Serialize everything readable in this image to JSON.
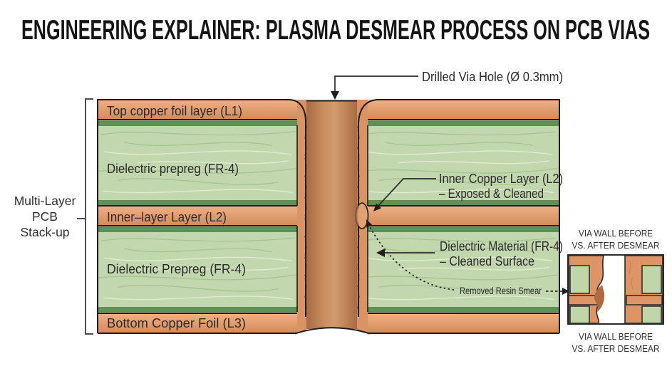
{
  "title": "ENGINEERING EXPLAINER: PLASMA DESMEAR PROCESS ON PCB VIAS",
  "stack_label": {
    "line1": "Multi-Layer",
    "line2": "PCB",
    "line3": "Stack-up"
  },
  "layers": {
    "l1": "Top copper foil layer (L1)",
    "prepreg1": "Dielectric prepreg (FR-4)",
    "l2": "Inner–layer Layer (L2)",
    "prepreg2": "Dielectric Prepreg (FR-4)",
    "l3": "Bottom Copper Foil (L3)"
  },
  "callouts": {
    "via_hole": "Drilled Via Hole (Ø 0.3mm)",
    "inner_copper_1": "Inner Copper Layer (L2)",
    "inner_copper_2": "– Exposed & Cleaned",
    "dielectric_1": "Dielectric Material (FR-4)",
    "dielectric_2": "– Cleaned Surface",
    "resin_smear": "Removed Resin Smear"
  },
  "inset": {
    "caption_top_1": "VIA WALL BEFORE",
    "caption_top_2": "VS. AFTER DESMEAR",
    "caption_bottom_1": "VIA WALL BEFORE",
    "caption_bottom_2": "VS. AFTER DESMEAR"
  },
  "colors": {
    "copper": "#dd9566",
    "copper_light": "#f0b185",
    "copper_dark": "#a96b43",
    "dielectric_green": "#c2d7ae",
    "green_strip": "#5e9158",
    "outline": "#1c1c1c",
    "background": "#ffffff"
  }
}
